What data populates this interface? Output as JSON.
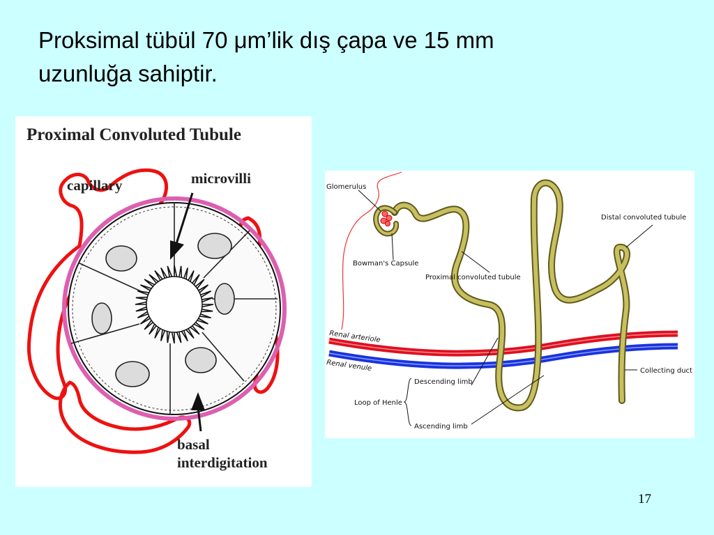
{
  "slide": {
    "title_line1": "Proksimal tübül 70 μm’lik dış çapa ve 15 mm",
    "title_line2": "uzunluğa sahiptir.",
    "page_number": "17"
  },
  "left_figure": {
    "title": "Proximal Convoluted Tubule",
    "labels": {
      "capillary": "capillary",
      "microvilli": "microvilli",
      "basal_line1": "basal",
      "basal_line2": "interdigitation"
    }
  },
  "right_figure": {
    "labels": {
      "glomerulus": "Glomerulus",
      "bowmans_capsule": "Bowman's Capsule",
      "proximal_tubule": "Proximal convoluted tubule",
      "distal_tubule": "Distal convoluted tubule",
      "renal_arteriole": "Renal arteriole",
      "renal_venule": "Renal venule",
      "collecting_duct": "Collecting duct",
      "descending_limb": "Descending limb",
      "loop_of_henle": "Loop of Henle",
      "ascending_limb": "Ascending limb"
    }
  },
  "colors": {
    "background": "#ccffff",
    "capillary_red": "#ee1111",
    "basement_pink": "#dd5fb0",
    "tubule_olive": "#c8c060",
    "tubule_outline": "#5e5a1c",
    "arteriole_red": "#dd1122",
    "venule_blue": "#1a33dd"
  }
}
